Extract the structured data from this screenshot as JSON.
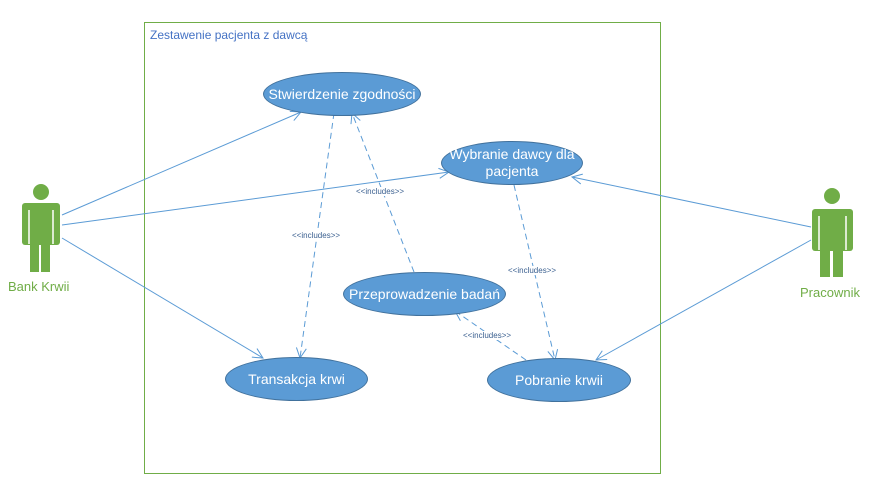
{
  "boundary": {
    "title": "Zestawenie pacjenta z dawcą"
  },
  "actors": {
    "left": {
      "name": "Bank Krwii"
    },
    "right": {
      "name": "Pracownik"
    }
  },
  "use_cases": {
    "uc1": "Stwierdzenie zgodności",
    "uc2_line1": "Wybranie dawcy dla",
    "uc2_line2": "pacjenta",
    "uc3": "Przeprowadzenie badań",
    "uc4": "Transakcja krwi",
    "uc5": "Pobranie krwii"
  },
  "relations": {
    "inc_a": "<<includes>>",
    "inc_b": "<<includes>>",
    "inc_c": "<<includes>>",
    "inc_d": "<<includes>>"
  },
  "colors": {
    "usecase_fill": "#5b9bd5",
    "line": "#5b9bd5",
    "actor": "#70ad47",
    "boundary": "#70ad47"
  }
}
